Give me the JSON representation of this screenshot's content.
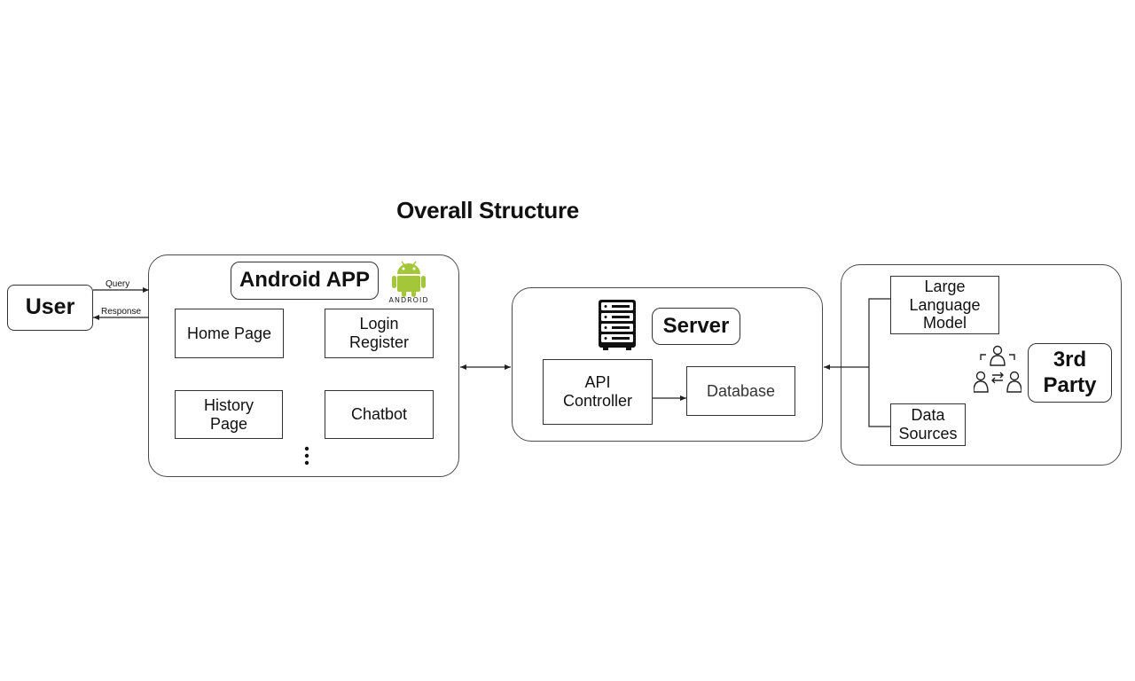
{
  "title": "Overall Structure",
  "user": {
    "label": "User",
    "query": "Query",
    "response": "Response"
  },
  "android": {
    "label": "Android APP",
    "logo_word": "ANDROID",
    "logo_color": "#a4c639",
    "pages": [
      "Home Page",
      "Login\nRegister",
      "History\nPage",
      "Chatbot"
    ],
    "more_icon": "vertical-ellipsis"
  },
  "server": {
    "label": "Server",
    "icon": "server-rack-icon",
    "components": [
      "API\nController",
      "Database"
    ]
  },
  "third_party": {
    "label": "3rd\nParty",
    "icon": "people-exchange-icon",
    "components": [
      "Large\nLanguage\nModel",
      "Data\nSources"
    ]
  }
}
